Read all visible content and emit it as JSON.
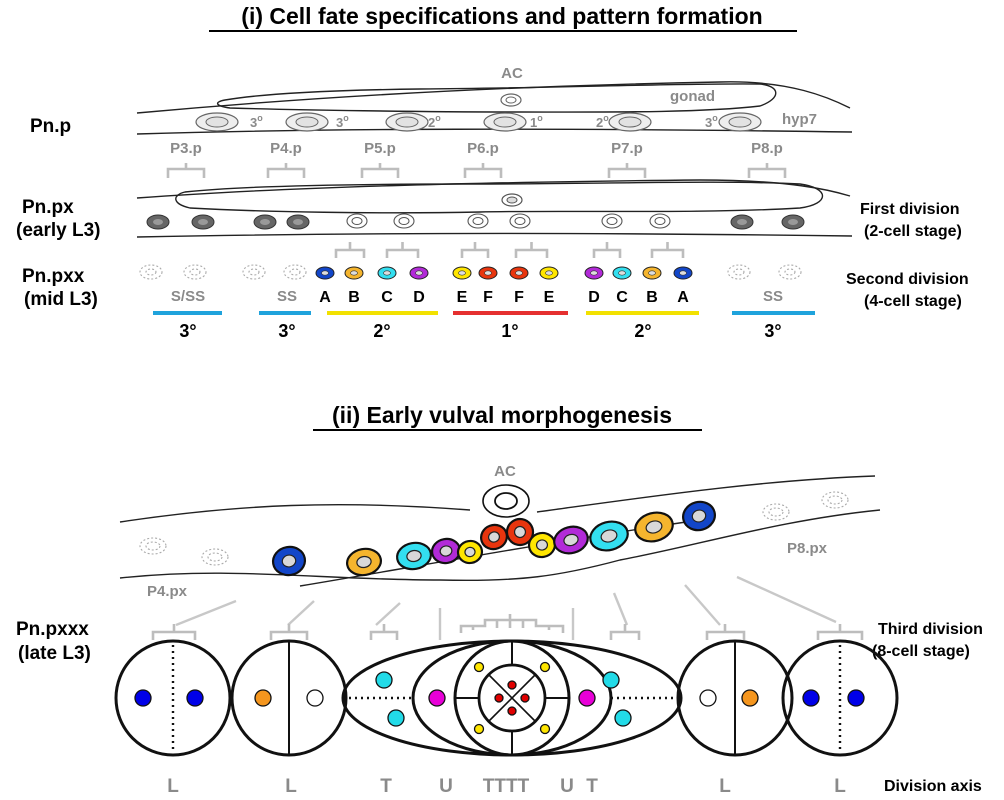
{
  "section1": {
    "title": "(i) Cell fate specifications and pattern formation",
    "rows": {
      "pnp": "Pn.p",
      "pnpx": [
        "Pn.px",
        "(early L3)"
      ],
      "pnpxx": [
        "Pn.pxx",
        "(mid L3)"
      ]
    },
    "labels": {
      "ac": "AC",
      "gonad": "gonad",
      "hyp7": "hyp7",
      "first_division": [
        "First division",
        "(2-cell stage)"
      ],
      "second_division": [
        "Second division",
        "(4-cell stage)"
      ]
    },
    "precursors": [
      "P3.p",
      "P4.p",
      "P5.p",
      "P6.p",
      "P7.p",
      "P8.p"
    ],
    "fate_marks": [
      "3",
      "3",
      "2",
      "1",
      "2",
      "3"
    ],
    "fate_groups": [
      {
        "label": "S/SS",
        "fate": "3°",
        "color": "#1fa3dc"
      },
      {
        "label": "SS",
        "fate": "3°",
        "color": "#1fa3dc"
      },
      {
        "label": "",
        "fate": "2°",
        "color": "#f2e100"
      },
      {
        "label": "",
        "fate": "1°",
        "color": "#e53030"
      },
      {
        "label": "",
        "fate": "2°",
        "color": "#f2e100"
      },
      {
        "label": "SS",
        "fate": "3°",
        "color": "#1fa3dc"
      }
    ],
    "cell_letters": [
      "A",
      "B",
      "C",
      "D",
      "E",
      "F",
      "F",
      "E",
      "D",
      "C",
      "B",
      "A"
    ]
  },
  "section2": {
    "title": "(ii) Early vulval morphogenesis",
    "labels": {
      "ac": "AC",
      "p4px": "P4.px",
      "p8px": "P8.px",
      "third_division": [
        "Third division",
        "(8-cell stage)"
      ],
      "division_axis": "Division axis"
    },
    "rows": {
      "pnpxxx": [
        "Pn.pxxx",
        "(late L3)"
      ]
    },
    "division_axes": [
      "L",
      "L",
      "T",
      "U",
      "TTTT",
      "U",
      "T",
      "L",
      "L"
    ]
  },
  "colors": {
    "A": "#1246c9",
    "B": "#f5b52e",
    "C": "#33dff0",
    "D": "#b22ad8",
    "E": "#ffe600",
    "F": "#e8350e",
    "fate_3": "#1fa3dc",
    "fate_2": "#f2e100",
    "fate_1": "#e53030",
    "nucleus_blue": "#0000e8",
    "nucleus_orange": "#f5961e",
    "nucleus_cyan": "#22dbe8",
    "nucleus_magenta": "#e800d8",
    "nucleus_yellow": "#ffe600",
    "nucleus_red": "#e00000",
    "tissue_grey": "#8a8a8a"
  }
}
